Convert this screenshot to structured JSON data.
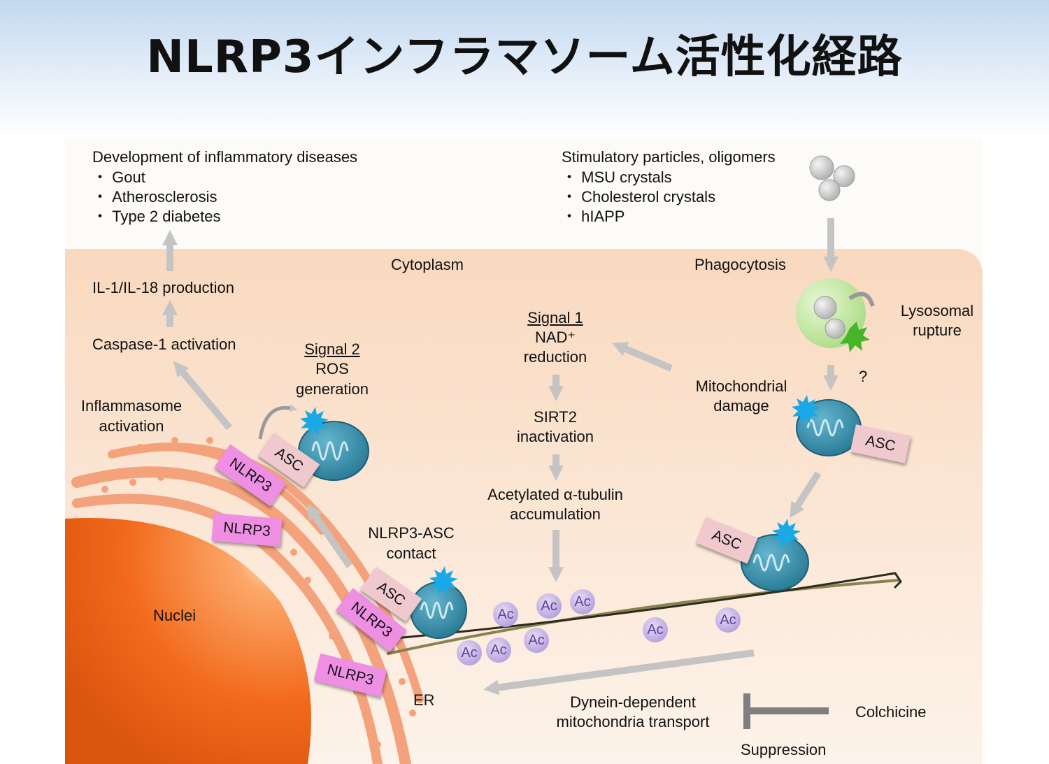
{
  "title": "NLRP3インフラマソーム活性化経路",
  "diseases": {
    "heading": "Development of inflammatory diseases",
    "items": [
      "・ Gout",
      "・ Atherosclerosis",
      "・ Type 2 diabetes"
    ]
  },
  "stimuli": {
    "heading": "Stimulatory particles, oligomers",
    "items": [
      "・ MSU crystals",
      "・ Cholesterol crystals",
      "・ hIAPP"
    ]
  },
  "labels": {
    "cytoplasm": "Cytoplasm",
    "phagocytosis": "Phagocytosis",
    "lysosomal": "Lysosomal",
    "rupture": "rupture",
    "question": "?",
    "il": "IL-1/IL-18 production",
    "caspase": "Caspase-1 activation",
    "inflammasome_1": "Inflammasome",
    "inflammasome_2": "activation",
    "signal2": "Signal 2",
    "ros_1": "ROS",
    "ros_2": "generation",
    "signal1": "Signal 1",
    "nad_1": "NAD⁺",
    "nad_2": "reduction",
    "mito_1": "Mitochondrial",
    "mito_2": "damage",
    "sirt2_1": "SIRT2",
    "sirt2_2": "inactivation",
    "acetyl_1": "Acetylated α-tubulin",
    "acetyl_2": "accumulation",
    "contact_1": "NLRP3-ASC",
    "contact_2": "contact",
    "nuclei": "Nuclei",
    "er": "ER",
    "dynein_1": "Dynein-dependent",
    "dynein_2": "mitochondria transport",
    "colchicine": "Colchicine",
    "suppression": "Suppression"
  },
  "tags": {
    "nlrp3": "NLRP3",
    "asc": "ASC",
    "ac": "Ac"
  },
  "colors": {
    "cytoplasm": "#fbe3d0",
    "nucleus": "#f26a1b",
    "er": "#f4a27c",
    "nlrp3": "#ee8fe4",
    "asc": "#efc9cd",
    "mitochondria": "#2f8aa8",
    "ros_burst": "#1aa9e6",
    "lysosome": "#b4e08e",
    "arrow": "#c4c4c4",
    "acetyl": "#b9a5df"
  },
  "icons": [
    "particle-icon",
    "lysosome-icon",
    "mitochondrion-icon",
    "ros-burst-icon",
    "arrow-icon",
    "inhibition-bar-icon"
  ]
}
